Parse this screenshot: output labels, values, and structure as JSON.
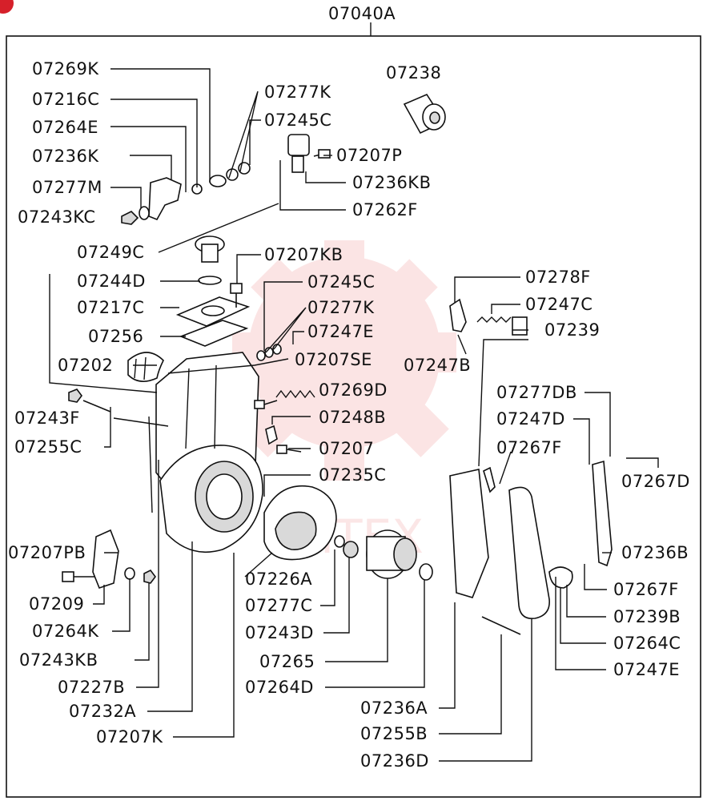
{
  "assembly_label": "07040A",
  "watermark_text": "MITEX",
  "colors": {
    "ink": "#111111",
    "watermark": "#e23a3a",
    "badge": "#d6202a"
  },
  "labels": {
    "l07269K": "07269K",
    "l07216C": "07216C",
    "l07264E": "07264E",
    "l07236K": "07236K",
    "l07277M": "07277M",
    "l07243KC": "07243KC",
    "l07277K_top": "07277K",
    "l07245C_top": "07245C",
    "l07238": "07238",
    "l07207P": "07207P",
    "l07236KB": "07236KB",
    "l07262F": "07262F",
    "l07249C": "07249C",
    "l07207KB": "07207KB",
    "l07244D": "07244D",
    "l07245C": "07245C",
    "l07217C": "07217C",
    "l07277K": "07277K",
    "l07256": "07256",
    "l07247E_mid": "07247E",
    "l07202": "07202",
    "l07207SE": "07207SE",
    "l07269D": "07269D",
    "l07243F": "07243F",
    "l07248B": "07248B",
    "l07255C": "07255C",
    "l07207": "07207",
    "l07235C": "07235C",
    "l07278F": "07278F",
    "l07247C": "07247C",
    "l07239": "07239",
    "l07247B": "07247B",
    "l07277DB": "07277DB",
    "l07247D": "07247D",
    "l07267F_top": "07267F",
    "l07267D": "07267D",
    "l07236B": "07236B",
    "l07267F": "07267F",
    "l07207PB": "07207PB",
    "l07226A": "07226A",
    "l07239B": "07239B",
    "l07209": "07209",
    "l07277C": "07277C",
    "l07264C": "07264C",
    "l07264K": "07264K",
    "l07243D": "07243D",
    "l07247E": "07247E",
    "l07243KB": "07243KB",
    "l07265": "07265",
    "l07227B": "07227B",
    "l07264D": "07264D",
    "l07232A": "07232A",
    "l07236A": "07236A",
    "l07207K": "07207K",
    "l07255B": "07255B",
    "l07236D": "07236D"
  }
}
